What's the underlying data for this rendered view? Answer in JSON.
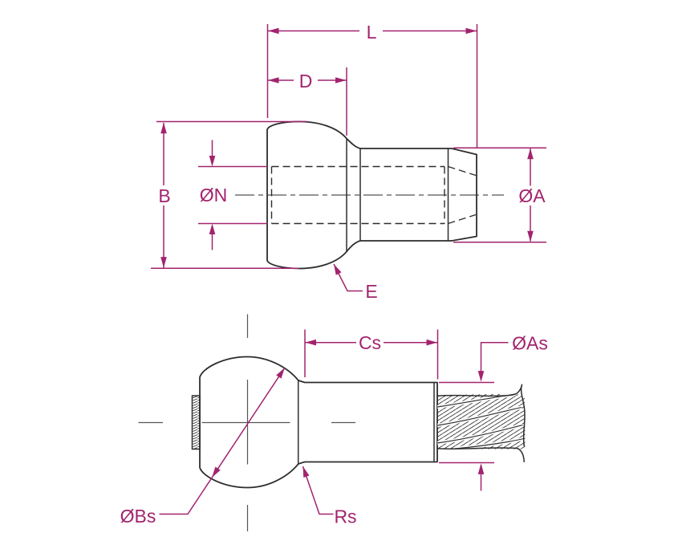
{
  "drawing": {
    "labels": {
      "L": "L",
      "D": "D",
      "B": "B",
      "N": "ØN",
      "A": "ØA",
      "E": "E",
      "Cs": "Cs",
      "As": "ØAs",
      "Bs": "ØBs",
      "Rs": "Rs"
    }
  },
  "colors": {
    "dimension": "#a2246e",
    "outline": "#2d2d2d",
    "centerline": "#555555",
    "background": "#ffffff"
  }
}
